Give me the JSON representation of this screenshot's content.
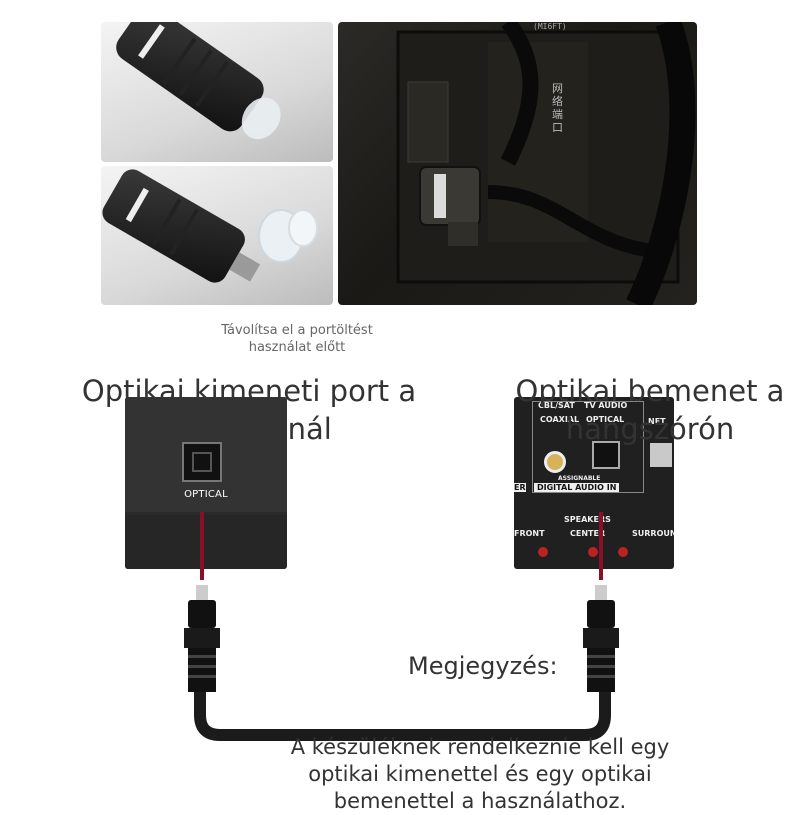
{
  "photo_captions": {
    "connector_removal": "Távolítsa el a portöltést használat előtt"
  },
  "tv_side": {
    "heading": "Optikai kimeneti port a televíziónál",
    "port_label": "OPTICAL"
  },
  "speaker_side": {
    "heading": "Optikai bemenet a hangszórón",
    "labels": {
      "cbl_sat": "CBL/SAT",
      "tv_audio": "TV AUDIO",
      "coaxial": "COAXIAL",
      "optical": "OPTICAL",
      "assignable": "ASSIGNABLE",
      "digital_audio_in": "DIGITAL AUDIO IN",
      "speakers": "SPEAKERS",
      "front": "FRONT",
      "center": "CENTER",
      "surround": "SURROUND",
      "net": "NET",
      "er": "ER"
    }
  },
  "tv_photo_labels": {
    "hdmi_text": "(MI6FT)",
    "port_sign": "网络端口"
  },
  "note": {
    "title": "Megjegyzés:",
    "body": "A készüléknek rendelkeznie kell egy optikai kimenettel és egy optikai bemenettel a használathoz."
  },
  "colors": {
    "cable": "#1b1b1b",
    "red_wire": "#8a1028",
    "text": "#333333"
  }
}
